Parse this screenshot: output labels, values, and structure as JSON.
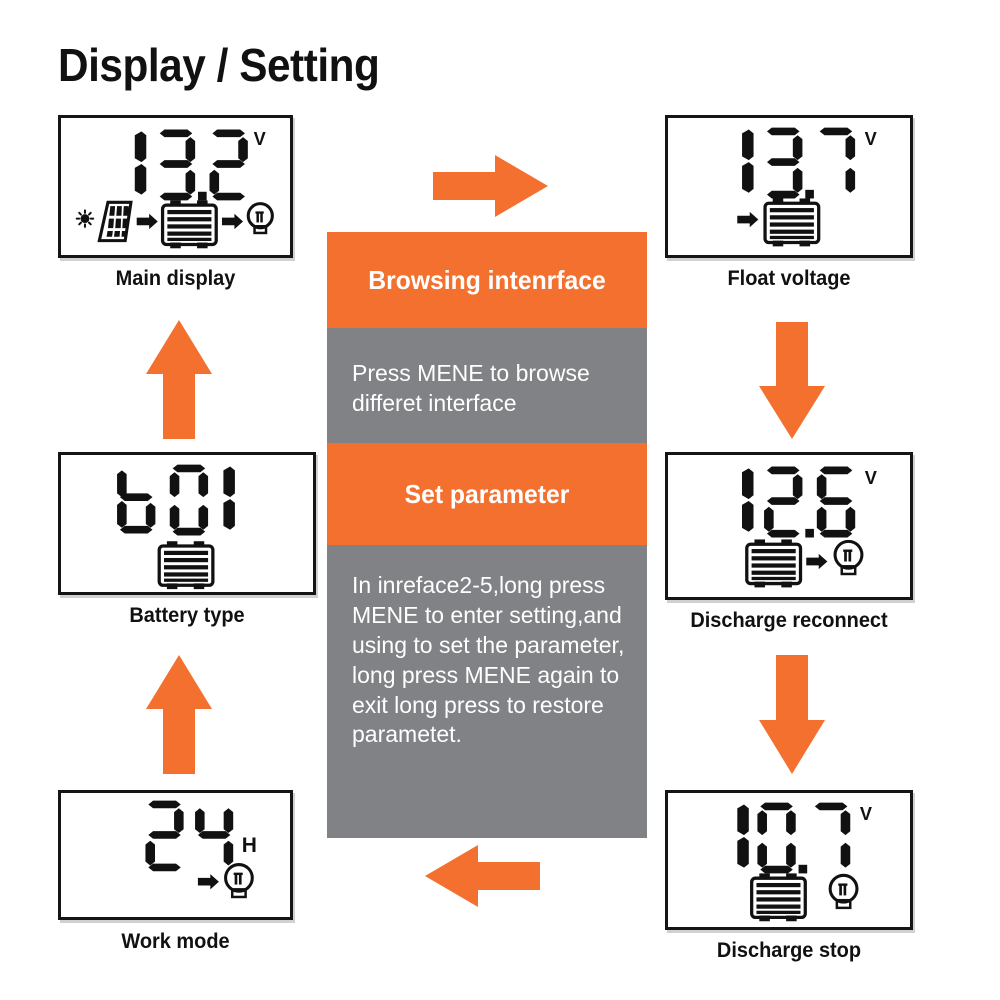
{
  "page": {
    "title": "Display / Setting",
    "accent_color": "#F4702F",
    "panel_gray": "#808285",
    "background": "#FFFFFF"
  },
  "center_panel": {
    "sections": [
      {
        "id": "browsing-interface-header",
        "style": "orange",
        "text": "Browsing intenrface"
      },
      {
        "id": "browsing-interface-body",
        "style": "gray",
        "text": "Press MENE to browse differet interface"
      },
      {
        "id": "set-parameter-header",
        "style": "orange",
        "text": "Set parameter"
      },
      {
        "id": "set-parameter-body",
        "style": "gray",
        "text": "In inreface2-5,long press MENE to enter setting,and using to set the parameter, long press MENE again to exit long press to restore parametet."
      }
    ]
  },
  "screens": [
    {
      "id": "main-display",
      "caption": "Main display",
      "value": "13.2",
      "unit": "V",
      "digits": [
        "1",
        "3",
        ".",
        "2"
      ],
      "icons": [
        "sun-icon",
        "solar-panel-icon",
        "arrow-right-icon",
        "battery-icon",
        "arrow-right-icon",
        "bulb-icon"
      ]
    },
    {
      "id": "battery-type",
      "caption": "Battery type",
      "value": "b01",
      "unit": "",
      "digits": [
        "b",
        "0",
        "1"
      ],
      "icons": [
        "battery-icon"
      ]
    },
    {
      "id": "work-mode",
      "caption": "Work mode",
      "value": "24",
      "unit": "H",
      "digits": [
        "2",
        "4"
      ],
      "icons": [
        "arrow-right-icon",
        "bulb-icon"
      ]
    },
    {
      "id": "float-voltage",
      "caption": "Float voltage",
      "value": "13.7",
      "unit": "V",
      "digits": [
        "1",
        "3",
        ".",
        "7"
      ],
      "icons": [
        "arrow-right-icon",
        "battery-icon"
      ]
    },
    {
      "id": "discharge-reconnect",
      "caption": "Discharge reconnect",
      "value": "12.6",
      "unit": "V",
      "digits": [
        "1",
        "2",
        ".",
        "6"
      ],
      "icons": [
        "battery-icon",
        "arrow-right-icon",
        "bulb-icon"
      ]
    },
    {
      "id": "discharge-stop",
      "caption": "Discharge stop",
      "value": "10.7",
      "unit": "V",
      "digits": [
        "1",
        "0",
        ".",
        "7"
      ],
      "icons": [
        "battery-icon",
        "bulb-icon"
      ]
    }
  ],
  "flow_arrows": [
    {
      "id": "arrow-main-to-float",
      "direction": "right"
    },
    {
      "id": "arrow-float-to-reconnect",
      "direction": "down"
    },
    {
      "id": "arrow-reconnect-to-stop",
      "direction": "down"
    },
    {
      "id": "arrow-stop-to-workmode",
      "direction": "left"
    },
    {
      "id": "arrow-workmode-to-batterytype",
      "direction": "up"
    },
    {
      "id": "arrow-batterytype-to-main",
      "direction": "up"
    }
  ]
}
